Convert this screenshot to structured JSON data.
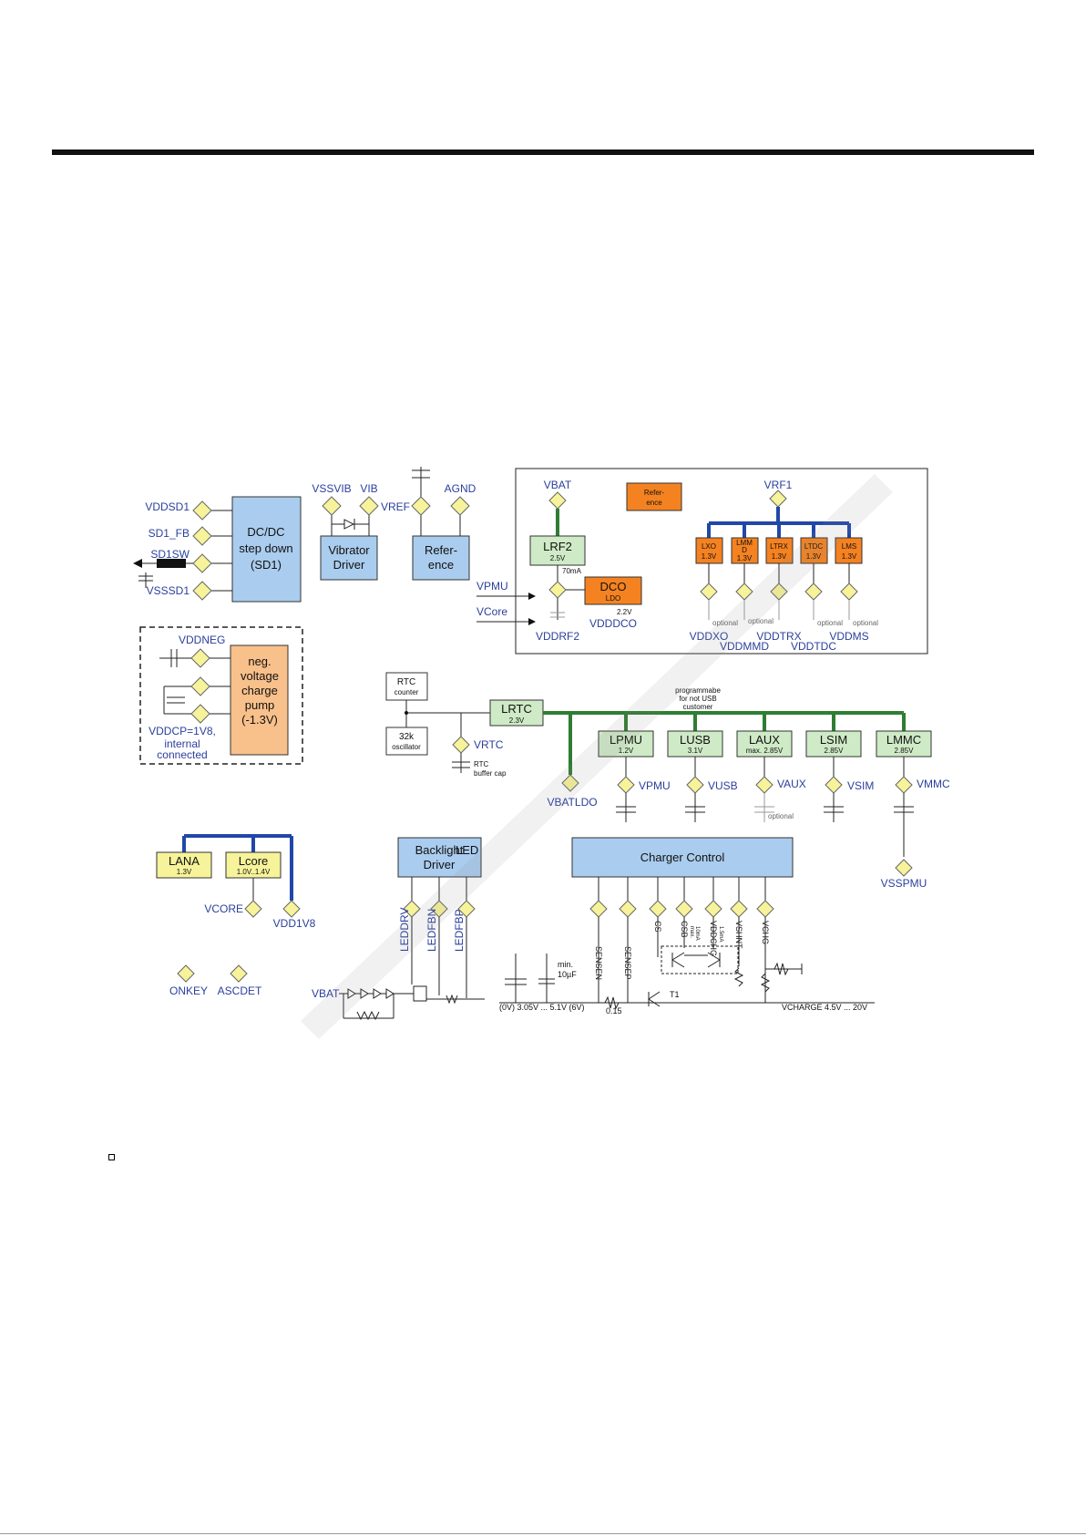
{
  "figure": {
    "sd1": {
      "pins": [
        "VDDSD1",
        "SD1_FB",
        "SD1SW",
        "VSSSD1"
      ],
      "title": [
        "DC/DC",
        "step down",
        "(SD1)"
      ]
    },
    "vibrator": {
      "pins": [
        "VSSVIB",
        "VIB"
      ],
      "title": [
        "Vibrator",
        "Driver"
      ]
    },
    "reference_left": {
      "pins": [
        "VREF",
        "AGND"
      ],
      "title": [
        "Refer-",
        "ence"
      ]
    },
    "rf": {
      "vbat": "VBAT",
      "reference_title": [
        "Refer-",
        "ence"
      ],
      "lrf2": {
        "name": "LRF2",
        "v": "2.5V",
        "note": "70mA"
      },
      "vrf1": "VRF1",
      "vpmu": "VPMU",
      "vcore": "VCore",
      "dco": {
        "name": "DCO",
        "sub": "LDO",
        "note": "2.2V"
      },
      "vdddco": "VDDDCO",
      "vddrf2": "VDDRF2",
      "ldos": [
        {
          "name": [
            "LXO"
          ],
          "v": "1.3V",
          "label": "VDDXO"
        },
        {
          "name": [
            "LMM",
            "D"
          ],
          "v": "1.3V",
          "label": "VDDMMD"
        },
        {
          "name": [
            "LTRX"
          ],
          "v": "1.3V",
          "label": "VDDTRX"
        },
        {
          "name": [
            "LTDC"
          ],
          "v": "1.3V",
          "label": "VDDTDC"
        },
        {
          "name": [
            "LMS"
          ],
          "v": "1.3V",
          "label": "VDDMS"
        }
      ],
      "optional": "optional"
    },
    "neg": {
      "pin": "VDDNEG",
      "title": [
        "neg.",
        "voltage",
        "charge",
        "pump",
        "(-1.3V)"
      ],
      "note": [
        "VDDCP=1V8,",
        "internal",
        "connected"
      ]
    },
    "rtc": {
      "counter": [
        "RTC",
        "counter"
      ],
      "osc": [
        "32k",
        "oscillator"
      ],
      "lrtc": {
        "name": "LRTC",
        "v": "2.3V"
      },
      "vrtc": "VRTC",
      "cap": [
        "RTC",
        "buffer cap"
      ],
      "prog": [
        "programmabe",
        "for not USB",
        "customer"
      ],
      "vbatldo": "VBATLDO"
    },
    "ldos2": [
      {
        "name": "LPMU",
        "v": "1.2V",
        "pin": "VPMU"
      },
      {
        "name": "LUSB",
        "v": "3.1V",
        "pin": "VUSB"
      },
      {
        "name": "LAUX",
        "v": "max. 2.85V",
        "pin": "VAUX"
      },
      {
        "name": "LSIM",
        "v": "2.85V",
        "pin": "VSIM"
      },
      {
        "name": "LMMC",
        "v": "2.85V",
        "pin": "VMMC"
      }
    ],
    "optional2": "optional",
    "vsspmu": "VSSPMU",
    "lana": {
      "name": "LANA",
      "v": "1.3V"
    },
    "lcore": {
      "name": "Lcore",
      "v": "1.0V..1.4V"
    },
    "vcore_pin": "VCORE",
    "vdd1v8": "VDD1V8",
    "onkey": "ONKEY",
    "ascdet": "ASCDET",
    "backlight": {
      "title": [
        "Backlight",
        "LED",
        "Driver"
      ],
      "pins": [
        "LEDDRV",
        "LEDFBN",
        "LEDFBP"
      ],
      "vbat": "VBAT"
    },
    "charger": {
      "title": "Charger Control",
      "pins": [
        "SENSEN",
        "SENSEP",
        "CS",
        "CSB",
        "VDDCHG",
        "VSHNT",
        "VCHG"
      ],
      "minicap": [
        "min.",
        "10µF"
      ],
      "range": "(0V)  3.05V ... 5.1V (6V)",
      "res": "0.15",
      "t1": "T1",
      "vcharge": "VCHARGE 4.5V ... 20V",
      "notes": [
        "max.",
        "10mA",
        "1.5mA"
      ]
    }
  }
}
